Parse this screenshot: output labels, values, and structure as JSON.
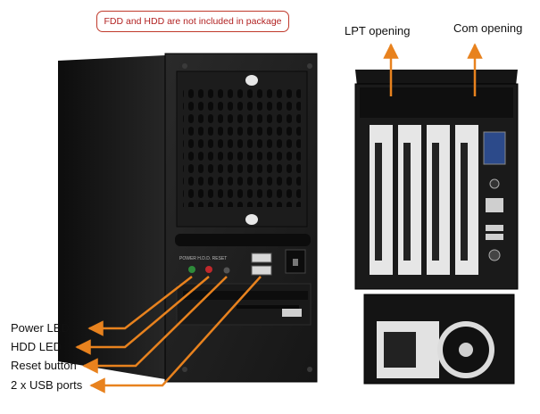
{
  "notice": "FDD and HDD are not included in package",
  "callouts": {
    "lpt": "LPT opening",
    "com": "Com opening",
    "power_led": "Power LED",
    "hdd_led": "HDD LED",
    "reset": "Reset button",
    "usb": "2 x USB ports"
  },
  "front_panel_text": "POWER H.D.D. RESET",
  "colors": {
    "arrow": "#e8821e",
    "chassis": "#1e1e1e",
    "notice_border": "#c0392b",
    "power_led": "#2e8b3a",
    "hdd_led": "#c0282b"
  }
}
